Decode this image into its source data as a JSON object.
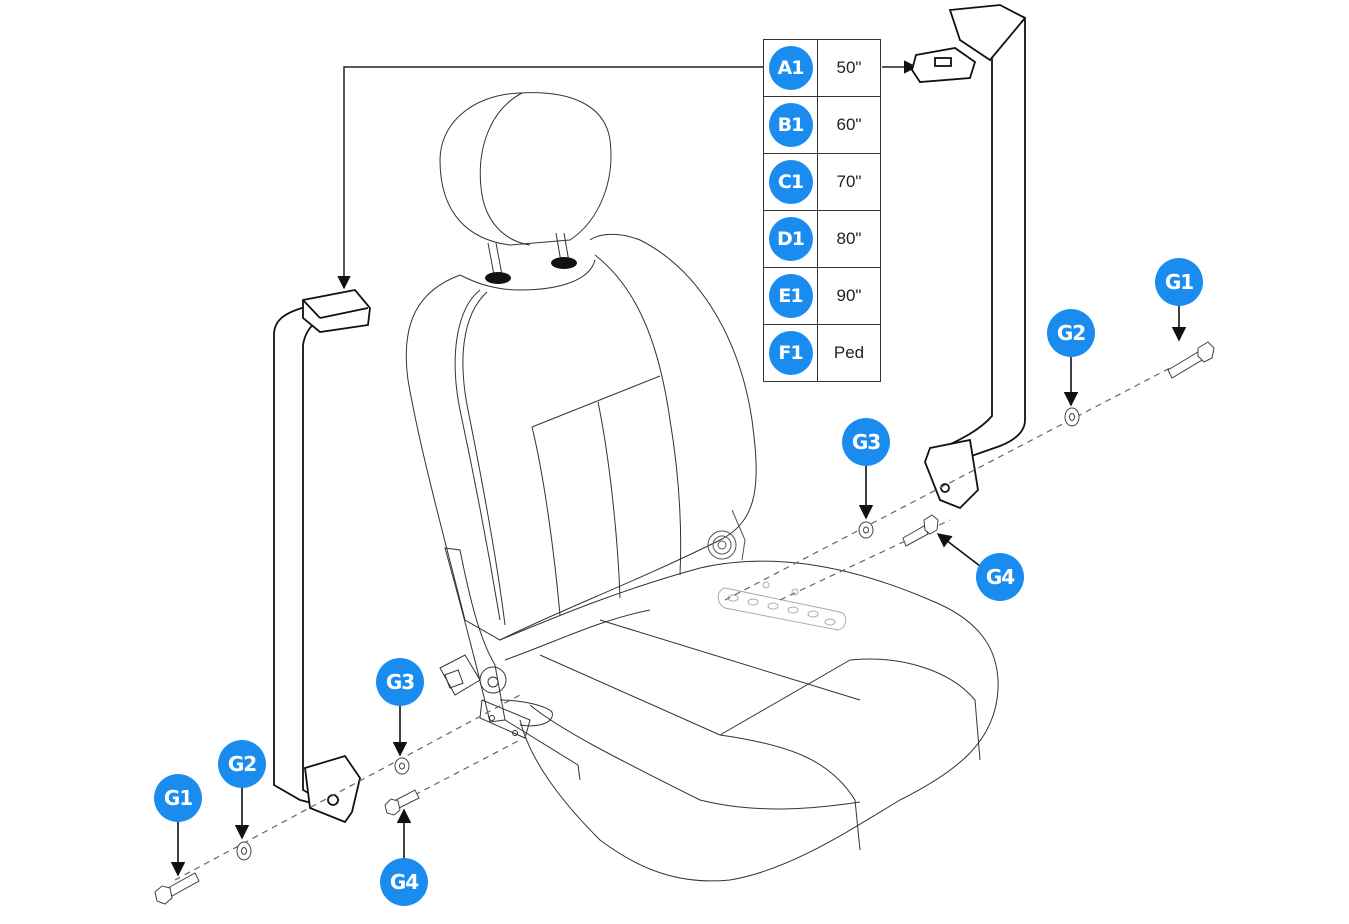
{
  "diagram": {
    "subject": "Seat with seat belt assembly (exploded view)",
    "accent_color": "#1a8cf0",
    "line_color": "#222222"
  },
  "legend": {
    "rows": [
      {
        "code": "A1",
        "length": "50\""
      },
      {
        "code": "B1",
        "length": "60\""
      },
      {
        "code": "C1",
        "length": "70\""
      },
      {
        "code": "D1",
        "length": "80\""
      },
      {
        "code": "E1",
        "length": "90\""
      },
      {
        "code": "F1",
        "length": "Ped"
      }
    ]
  },
  "callouts": {
    "right_g1": "G1",
    "right_g2": "G2",
    "right_g3": "G3",
    "right_g4": "G4",
    "left_g1": "G1",
    "left_g2": "G2",
    "left_g3": "G3",
    "left_g4": "G4"
  },
  "parts": {
    "G1": "hex bolt (long)",
    "G2": "flat washer",
    "G3": "spacer washer",
    "G4": "hex bolt (short)",
    "belt_left": "seat belt buckle half",
    "belt_right": "seat belt latch half"
  }
}
